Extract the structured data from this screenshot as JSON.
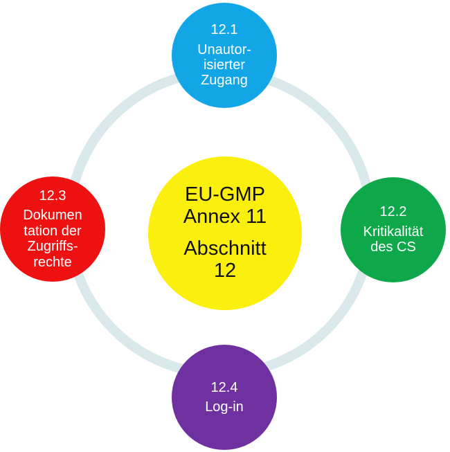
{
  "colors": {
    "ring": "#d9e8ea",
    "center": "#fbef0e",
    "node_12_1": "#13a6e6",
    "node_12_2": "#0ea84b",
    "node_12_3": "#ee1111",
    "node_12_4": "#7031a0"
  },
  "center": {
    "line1": "EU-GMP",
    "line2": "Annex 11",
    "line3": "Abschnitt",
    "line4": "12"
  },
  "nodes": {
    "top": {
      "number": "12.1",
      "line1": "Unautor-",
      "line2": "isierter",
      "line3": "Zugang"
    },
    "right": {
      "number": "12.2",
      "line1": "Kritikalität",
      "line2": "des CS"
    },
    "left": {
      "number": "12.3",
      "line1": "Dokumen",
      "line2": "tation der",
      "line3": "Zugriffs-",
      "line4": "rechte"
    },
    "bottom": {
      "number": "12.4",
      "line1": "Log-in"
    }
  }
}
